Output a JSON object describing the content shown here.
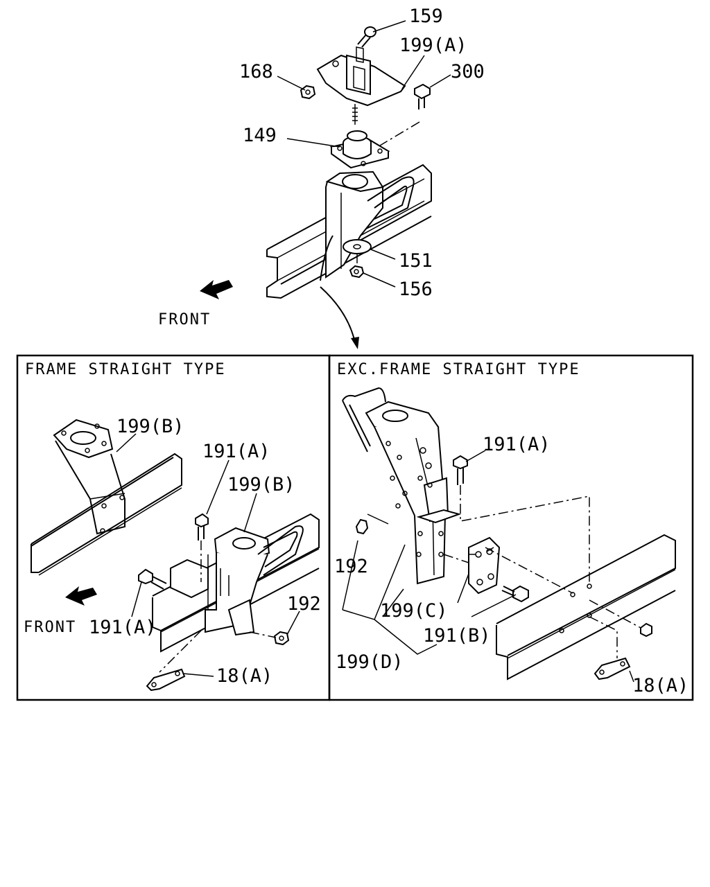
{
  "top": {
    "labels": {
      "l159": "159",
      "l199a": "199(A)",
      "l168": "168",
      "l300": "300",
      "l149": "149",
      "l151": "151",
      "l156": "156",
      "front": "FRONT"
    }
  },
  "left_panel": {
    "title": "FRAME STRAIGHT TYPE",
    "labels": {
      "l199b_1": "199(B)",
      "l191a_1": "191(A)",
      "l199b_2": "199(B)",
      "l192": "192",
      "front": "FRONT",
      "l191a_2": "191(A)",
      "l18a": "18(A)"
    }
  },
  "right_panel": {
    "title": "EXC.FRAME STRAIGHT TYPE",
    "labels": {
      "l191a": "191(A)",
      "l192": "192",
      "l199c": "199(C)",
      "l191b": "191(B)",
      "l199d": "199(D)",
      "l18a": "18(A)"
    }
  }
}
